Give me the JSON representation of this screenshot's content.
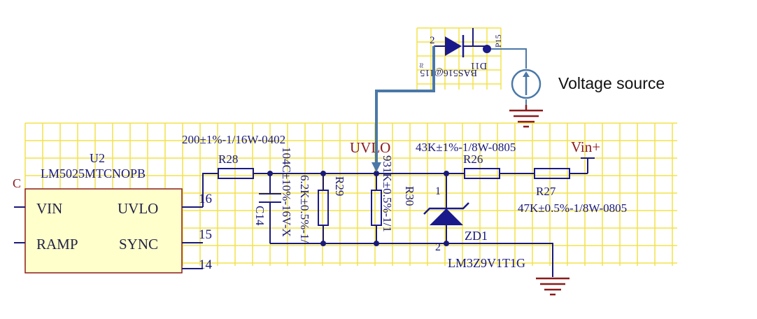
{
  "annotation": {
    "voltage_source_label": "Voltage source"
  },
  "components": {
    "u2": {
      "ref": "U2",
      "part": "LM5025MTCNOPB",
      "pins": {
        "vin": "VIN",
        "uvlo": "UVLO",
        "ramp": "RAMP",
        "sync": "SYNC"
      },
      "pin_numbers": {
        "p16": "16",
        "p15": "15",
        "p14": "14"
      },
      "partial_mark": "C"
    },
    "r28": {
      "ref": "R28",
      "value": "200±1%-1/16W-0402"
    },
    "c14": {
      "ref": "C14",
      "value": "104C±10%-16V-X"
    },
    "r29": {
      "ref": "R29",
      "value": "6.2K±0.5%-1/"
    },
    "r30": {
      "ref": "R30",
      "value": "931K±0.5%-1/1"
    },
    "zd1": {
      "ref": "ZD1",
      "part": "LM3Z9V1T1G",
      "pin1": "1",
      "pin2": "2"
    },
    "r26": {
      "ref": "R26",
      "value": "43K±1%-1/8W-0805"
    },
    "r27": {
      "ref": "R27",
      "value": "47K±0.5%-1/8W-0805"
    },
    "d11": {
      "ref": "D11",
      "part": "BAS516@115",
      "pin2": "2",
      "pin_ref": "P15",
      "side_mark": "≈"
    }
  },
  "nets": {
    "uvlo": "UVLO",
    "vin_plus": "Vin+"
  },
  "colors": {
    "grid": "#f2e24a",
    "component": "#1a1a8a",
    "wire": "#1a1a7a",
    "net_label": "#8b1a1a",
    "annotation_wire": "#4a78a8"
  }
}
